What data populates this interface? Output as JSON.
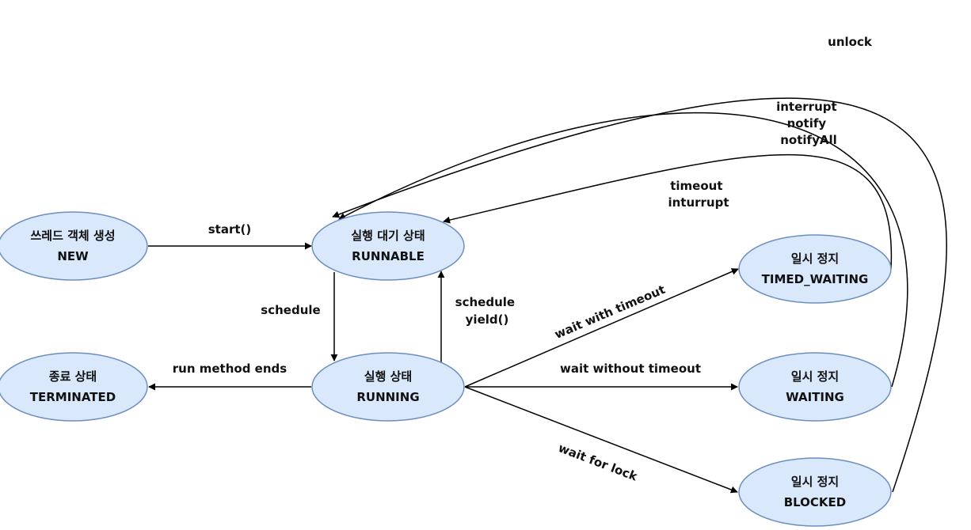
{
  "nodes": {
    "new": {
      "line1": "쓰레드 객체 생성",
      "line2": "NEW"
    },
    "runnable": {
      "line1": "실행 대기 상태",
      "line2": "RUNNABLE"
    },
    "running": {
      "line1": "실행 상태",
      "line2": "RUNNING"
    },
    "terminated": {
      "line1": "종료 상태",
      "line2": "TERMINATED"
    },
    "timed_waiting": {
      "line1": "일시 정지",
      "line2": "TIMED_WAITING"
    },
    "waiting": {
      "line1": "일시 정지",
      "line2": "WAITING"
    },
    "blocked": {
      "line1": "일시 정지",
      "line2": "BLOCKED"
    }
  },
  "edges": {
    "start": "start()",
    "schedule_down": "schedule",
    "schedule_up": [
      "schedule",
      "yield()"
    ],
    "run_method_ends": "run method ends",
    "wait_with_timeout": "wait with timeout",
    "wait_without_timeout": "wait without timeout",
    "wait_for_lock": "wait for lock",
    "timeout_back": [
      "timeout",
      "inturrupt"
    ],
    "notify_back": [
      "interrupt",
      "notify",
      "notifyAll"
    ],
    "unlock_back": "unlock"
  },
  "colors": {
    "node_fill": "#dae8fc",
    "node_stroke": "#6c8ebf",
    "edge": "#000000"
  }
}
